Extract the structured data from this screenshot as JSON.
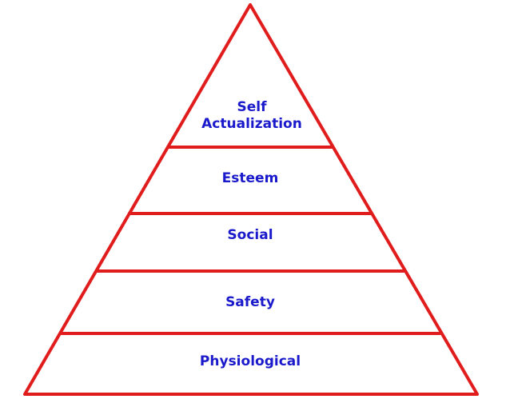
{
  "diagram": {
    "type": "pyramid",
    "colors": {
      "outline": "#e01c1c",
      "text": "#1a1acc",
      "background": "#ffffff"
    },
    "levels": [
      {
        "label_line1": "Self",
        "label_line2": "Actualization"
      },
      {
        "label": "Esteem"
      },
      {
        "label": "Social"
      },
      {
        "label": "Safety"
      },
      {
        "label": "Physiological"
      }
    ]
  }
}
